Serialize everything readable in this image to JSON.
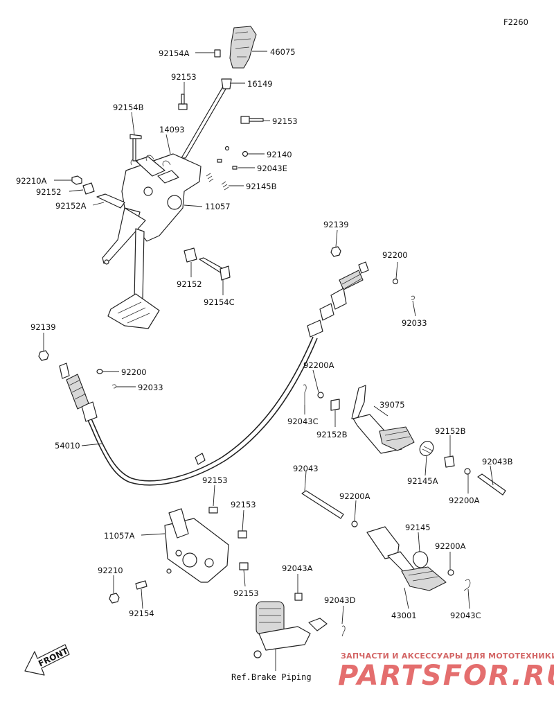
{
  "figure_code": "F2260",
  "parts": {
    "knob": "46075",
    "knob_screw": "92154A",
    "lever": "16149",
    "bolt_upper": "92153",
    "bolt_right": "92153",
    "bolt_left": "92154B",
    "bracket": "14093",
    "ball": "92140",
    "clip_e": "92043E",
    "spring_b": "92145B",
    "nut_a": "92210A",
    "collar": "92152",
    "collar_a": "92152A",
    "pedal_assy": "11057",
    "nut_upper": "92139",
    "washer_upper": "92200",
    "pin_upper": "92033",
    "collar_mid": "92152",
    "bolt_c": "92154C",
    "nut_left": "92139",
    "washer_left": "92200",
    "pin_left": "92033",
    "clip_c1": "92043C",
    "washer_a1": "92200A",
    "collar_b1": "92152B",
    "pedal_lever": "39075",
    "collar_b2": "92152B",
    "pin_b": "92043B",
    "spring_a": "92145A",
    "washer_a2": "92200A",
    "cable": "54010",
    "pin_long": "92043",
    "washer_a3": "92200A",
    "bolt_low1": "92153",
    "bolt_low2": "92153",
    "bolt_low3": "92153",
    "bracket_a": "11057A",
    "nut_low": "92210",
    "bolt_low": "92154",
    "clip_a": "92043A",
    "clip_d": "92043D",
    "spring": "92145",
    "washer_a4": "92200A",
    "brake_pedal": "43001",
    "clip_c2": "92043C"
  },
  "front_label": "FRONT",
  "ref_note": "Ref.Brake Piping",
  "watermark": {
    "top": "ЗАПЧАСТИ И АКСЕССУАРЫ ДЛЯ МОТОТЕХНИКИ",
    "brand": "PARTSFOR.RU"
  },
  "colors": {
    "line": "#222222",
    "watermark": "#e05555",
    "background": "#ffffff"
  }
}
